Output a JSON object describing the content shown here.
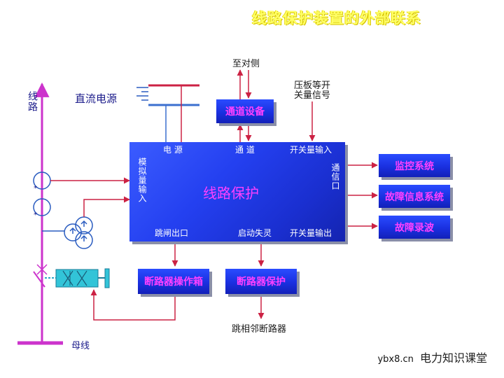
{
  "title": "线路保护装置的外部联系",
  "labels": {
    "line": "线路",
    "dc_power": "直流电源",
    "to_opposite": "至对侧",
    "switch_signal": "压板等开关量信号",
    "bus": "母线",
    "trip_adjacent": "跳相邻断路器"
  },
  "main_box": {
    "title": "线路保护",
    "power": "电 源",
    "channel": "通 道",
    "switch_in": "开关量输入",
    "analog_in": "模拟量输入",
    "comm_port": "通信口",
    "trip_out": "跳闸出口",
    "start_fail": "启动失灵",
    "switch_out": "开关量输出"
  },
  "boxes": {
    "channel_device": "通道设备",
    "monitor": "监控系统",
    "fault_info": "故障信息系统",
    "fault_record": "故障录波",
    "breaker_op": "断路器操作箱",
    "breaker_prot": "断路器保护"
  },
  "ct_marks": [
    "*",
    "*"
  ],
  "watermark": {
    "url": "ybx8.cn",
    "brand": "电力知识课堂"
  },
  "colors": {
    "wire": "#cc2244",
    "bus": "#cc33cc",
    "dc_line": "#3b6fcf",
    "box_text": "#ff40ff"
  }
}
